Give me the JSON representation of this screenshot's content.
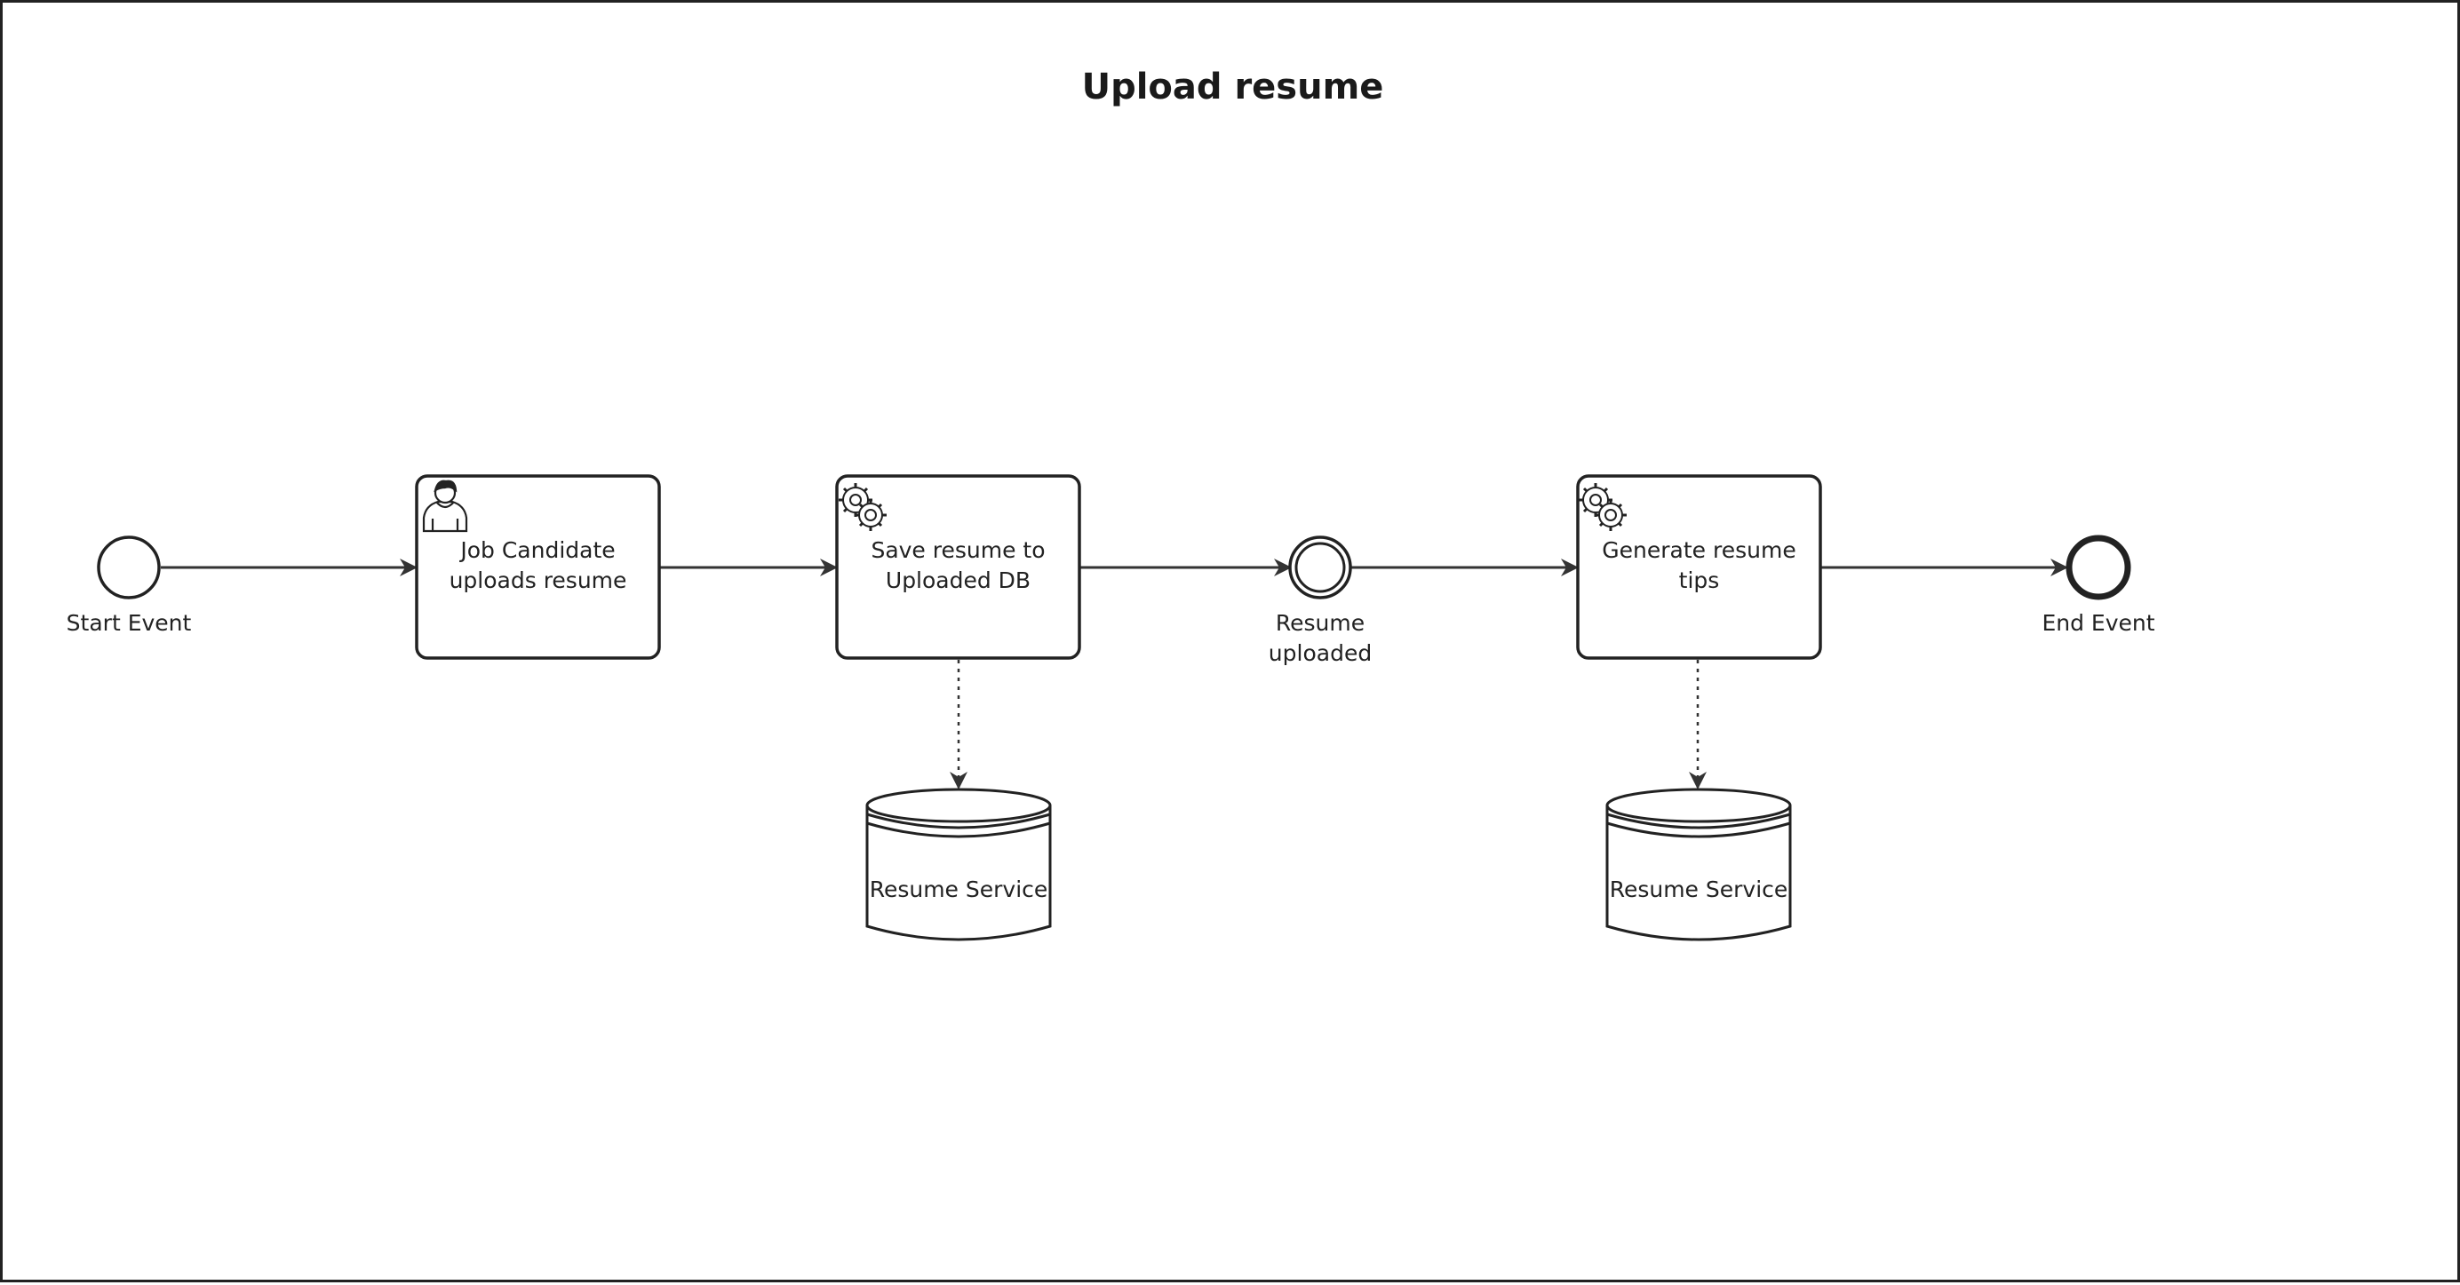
{
  "diagram": {
    "title": "Upload resume",
    "start_event": {
      "label": "Start Event"
    },
    "task_1": {
      "line1": "Job Candidate",
      "line2": "uploads resume",
      "icon": "user-icon"
    },
    "task_2": {
      "line1": "Save resume to",
      "line2": "Uploaded DB",
      "icon": "gear-icon"
    },
    "intermediate_event": {
      "line1": "Resume",
      "line2": "uploaded"
    },
    "task_3": {
      "line1": "Generate resume",
      "line2": "tips",
      "icon": "gear-icon"
    },
    "end_event": {
      "label": "End Event"
    },
    "datastore_1": {
      "label": "Resume Service"
    },
    "datastore_2": {
      "label": "Resume Service"
    }
  }
}
